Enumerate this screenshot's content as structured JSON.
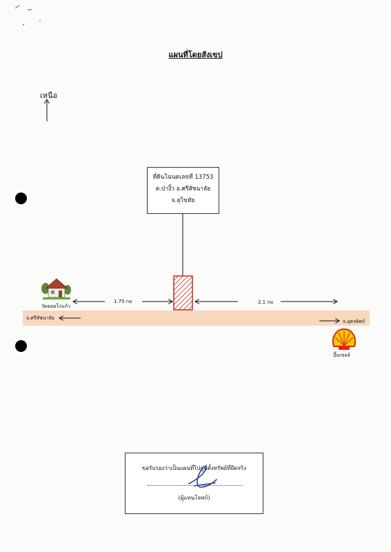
{
  "title": "แผนที่โดยสังเขป",
  "north_label": "เหนือ",
  "land_plot": {
    "line1": "ที่ดินโฉนดเลขที่ 13753",
    "line2": "ต.ป่างิ้ว  อ.ศรีสัชนาลัย",
    "line3": "จ.สุโขทัย"
  },
  "landmarks": {
    "temple_label": "วัดดอยโก่แก้ว",
    "gas_station_label": "ปั๊มเชลล์"
  },
  "distances": {
    "left": "1.75 กม",
    "right": "2.1 กม"
  },
  "road": {
    "left_direction": "อ.ศรีสัชนาลัย",
    "right_direction": "จ.อุตรดิตถ์",
    "color": "#f8d7bf"
  },
  "certification": {
    "statement": "ขอรับรองว่าเป็นแผนที่ไปสู่ที่ตั้งทรัพย์ที่ยึดจริง",
    "signer": "(ผู้แทนโจทก์)"
  },
  "colors": {
    "plot_hatch": "#d85a5a",
    "plot_border": "#c0392b",
    "signature": "#2a3f9a",
    "shell_red": "#e2231a",
    "shell_yellow": "#f6c600"
  },
  "icons": [
    "house-icon",
    "shell-logo-icon",
    "north-arrow-icon",
    "signature-icon"
  ]
}
